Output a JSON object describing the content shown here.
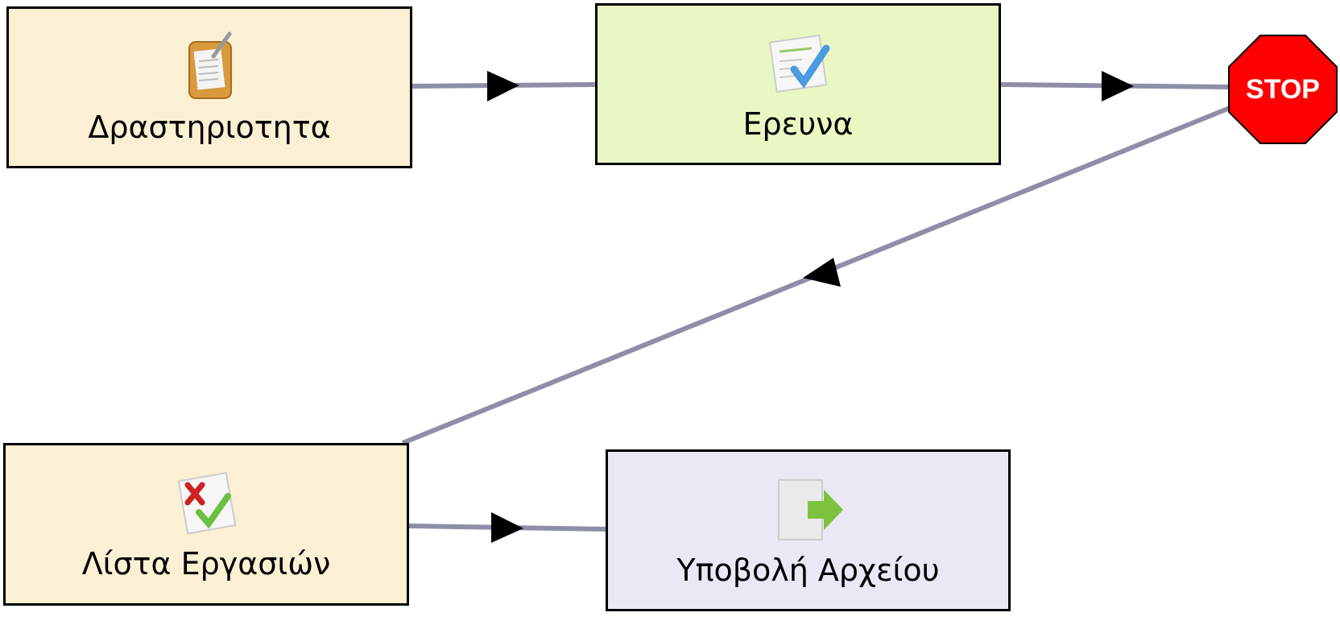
{
  "nodes": [
    {
      "id": "activity",
      "label": "Δραστηριοτητα",
      "icon": "clipboard-icon",
      "color": "#fbf0d3"
    },
    {
      "id": "research",
      "label": "Ερευνα",
      "icon": "checklist-icon",
      "color": "#e9f8c3"
    },
    {
      "id": "task-list",
      "label": "Λίστα Εργασιών",
      "icon": "task-list-icon",
      "color": "#fbf0d3"
    },
    {
      "id": "file-submit",
      "label": "Υποβολή Αρχείου",
      "icon": "file-submit-icon",
      "color": "#e9e8f4"
    }
  ],
  "stop": {
    "label": "STOP",
    "color": "#ff0000"
  },
  "edges": [
    {
      "from": "activity",
      "to": "research"
    },
    {
      "from": "research",
      "to": "stop"
    },
    {
      "from": "stop",
      "to": "task-list"
    },
    {
      "from": "task-list",
      "to": "file-submit"
    }
  ],
  "edge_color": "#8e8ea8"
}
